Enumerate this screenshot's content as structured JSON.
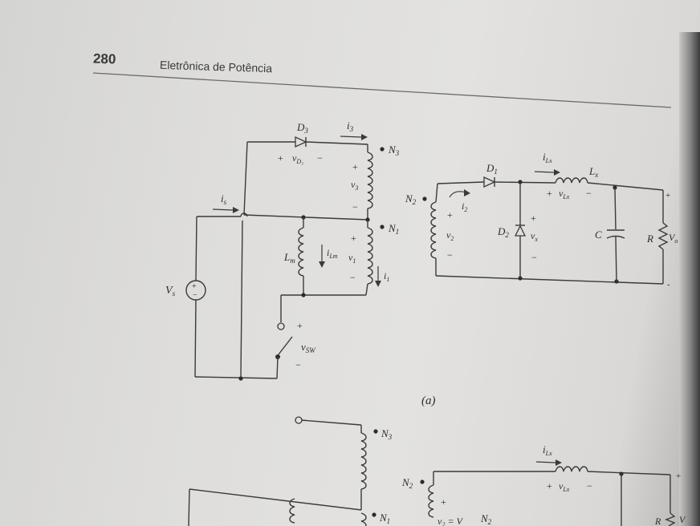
{
  "header": {
    "page_number": "280",
    "book_title": "Eletrônica de Potência"
  },
  "figure_a": {
    "caption": "(a)",
    "labels": {
      "d3": "D",
      "d3_sub": "3",
      "i3": "i",
      "i3_sub": "3",
      "vd3_plus": "+",
      "vd3": "v",
      "vd3_sub": "D₃",
      "vd3_minus": "−",
      "n3": "N",
      "n3_sub": "3",
      "v3_plus": "+",
      "v3": "v",
      "v3_sub": "3",
      "v3_minus": "−",
      "is": "i",
      "is_sub": "s",
      "n1": "N",
      "n1_sub": "1",
      "v1_plus": "+",
      "v1": "v",
      "v1_sub": "1",
      "v1_minus": "−",
      "i1": "i",
      "i1_sub": "1",
      "lm": "L",
      "lm_sub": "m",
      "ilm": "i",
      "ilm_sub": "Lm",
      "vs": "V",
      "vs_sub": "s",
      "vsw_plus": "+",
      "vsw": "v",
      "vsw_sub": "SW",
      "vsw_minus": "−",
      "n2": "N",
      "n2_sub": "2",
      "i2": "i",
      "i2_sub": "2",
      "v2_plus": "+",
      "v2": "v",
      "v2_sub": "2",
      "v2_minus": "−",
      "d1": "D",
      "d1_sub": "1",
      "d2": "D",
      "d2_sub": "2",
      "vx_plus": "+",
      "vx": "v",
      "vx_sub": "x",
      "vx_minus": "−",
      "ilx": "i",
      "ilx_sub": "Lx",
      "lx": "L",
      "lx_sub": "x",
      "vlx_plus": "+",
      "vlx": "v",
      "vlx_sub": "Lx",
      "vlx_minus": "−",
      "c": "C",
      "r": "R",
      "vo_plus": "+",
      "vo": "V",
      "vo_sub": "o",
      "vo_minus": "-"
    }
  },
  "figure_b": {
    "labels": {
      "n3": "N",
      "n3_sub": "3",
      "n1": "N",
      "n1_sub": "1",
      "n2": "N",
      "n2_sub": "2",
      "ilx": "i",
      "ilx_sub": "Lx",
      "vlx_plus": "+",
      "vlx": "v",
      "vlx_sub": "Lx",
      "vlx_minus": "−",
      "v2_plus": "+",
      "v2_eq": "v₂ = V",
      "n2_ratio": "N",
      "n2_ratio_sub": "2",
      "r": "R",
      "vo": "V",
      "vo_plus": "+"
    }
  }
}
